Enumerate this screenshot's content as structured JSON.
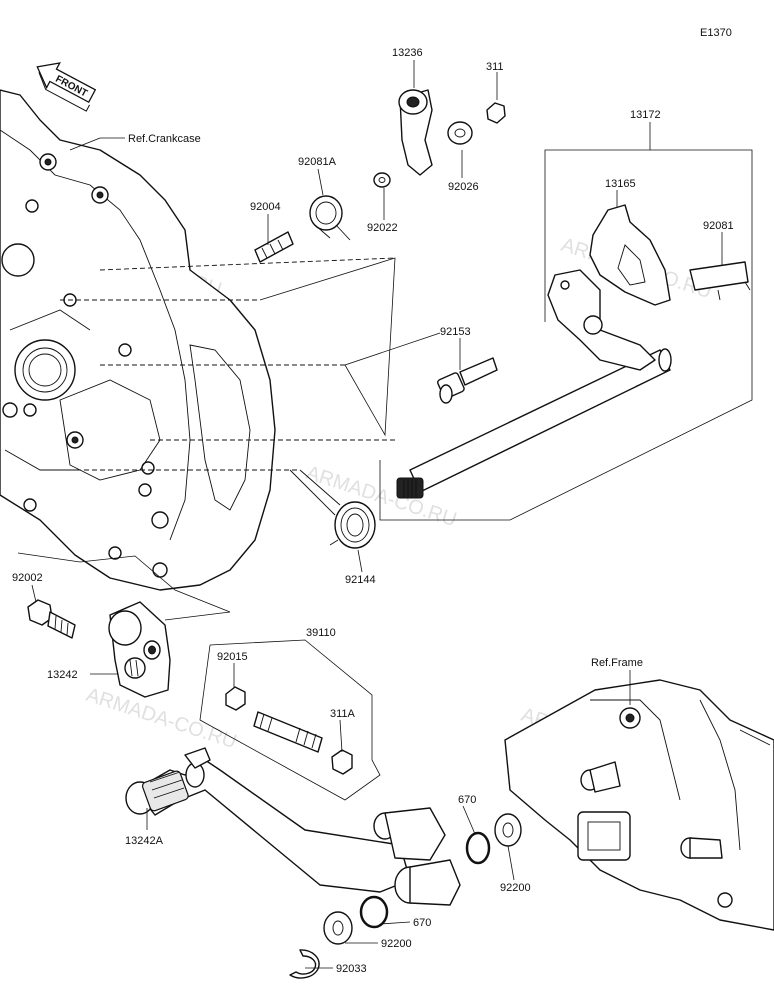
{
  "diagram_code": "E1370",
  "front_label": "FRONT",
  "refs": {
    "crankcase": "Ref.Crankcase",
    "frame": "Ref.Frame"
  },
  "watermark": "ARMADA-CO.RU",
  "parts": {
    "p13236": "13236",
    "p311": "311",
    "p13172": "13172",
    "p92081A": "92081A",
    "p92026": "92026",
    "p92004": "92004",
    "p92022": "92022",
    "p13165": "13165",
    "p92081": "92081",
    "p92153": "92153",
    "p92144": "92144",
    "p92002": "92002",
    "p39110": "39110",
    "p92015": "92015",
    "p13242": "13242",
    "p311A": "311A",
    "p670a": "670",
    "p13242A": "13242A",
    "p92200a": "92200",
    "p670b": "670",
    "p92200b": "92200",
    "p92033": "92033"
  }
}
